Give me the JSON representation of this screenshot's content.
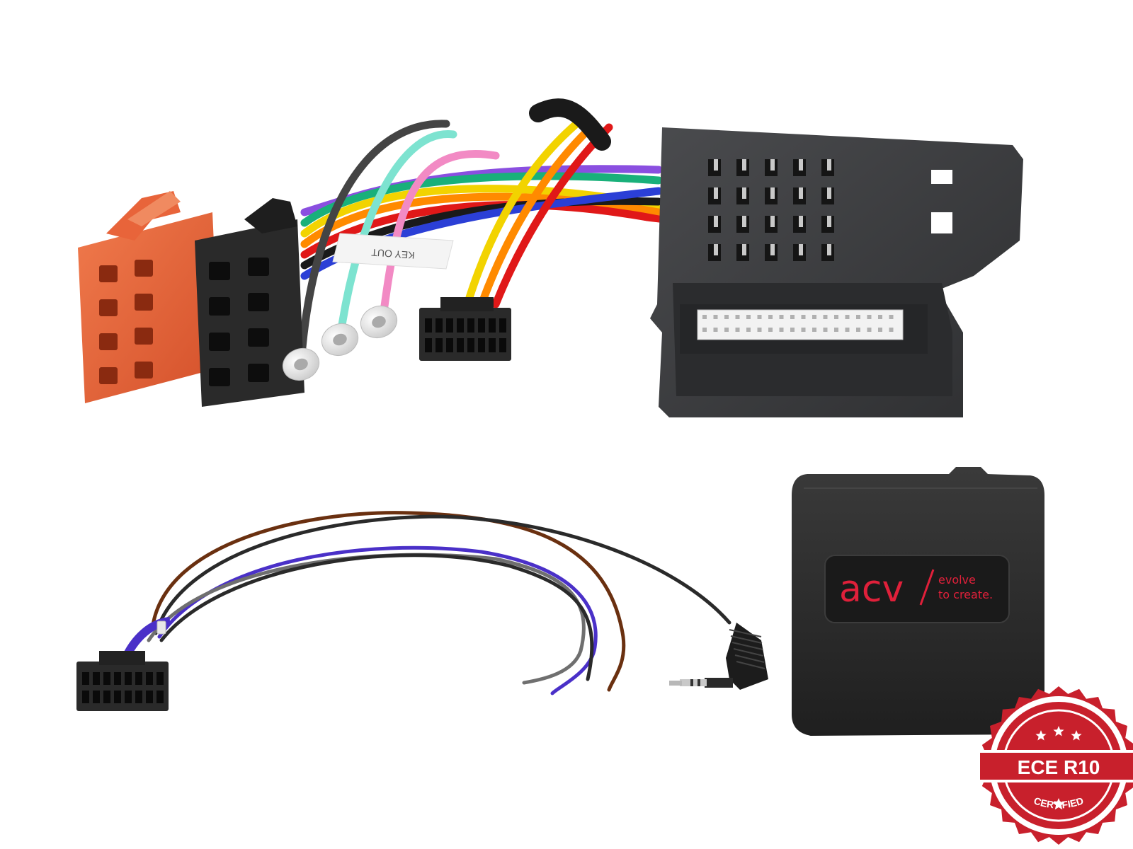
{
  "harness": {
    "label_text": "KEY OUT",
    "wire_colors": [
      "#f2d300",
      "#ff8a00",
      "#e01818",
      "#1a1a1a",
      "#2b3fd6",
      "#8a4fe0",
      "#19b07a",
      "#ffffff",
      "#f28ac4",
      "#7de3d0",
      "#444444"
    ],
    "iso_orange_color": "#e8643a",
    "iso_black_color": "#2a2a2a",
    "quadlock_color": "#3a3b3d"
  },
  "adapter_box": {
    "brand": "acv",
    "tagline_line1": "evolve",
    "tagline_line2": "to create.",
    "brand_color": "#e0203a",
    "body_color": "#2b2b2b"
  },
  "cable": {
    "wire_colors": [
      "#6a3010",
      "#2a2a2a",
      "#4a30c8",
      "#6f6f6f"
    ]
  },
  "badge": {
    "text": "ECE R10",
    "bottom_text": "CERTIFIED",
    "color": "#c8202c",
    "stars": 3
  }
}
